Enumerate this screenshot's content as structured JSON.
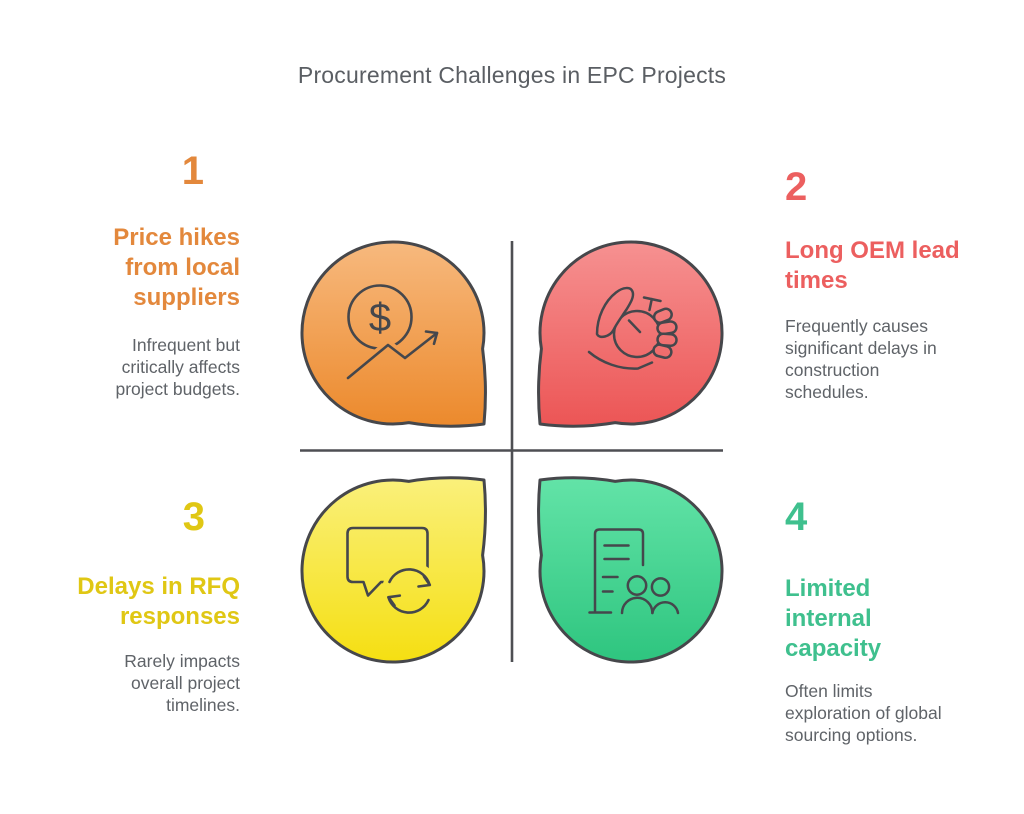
{
  "title": "Procurement Challenges in EPC Projects",
  "quadrants": {
    "top_left": {
      "number": "1",
      "heading": "Price hikes from local suppliers",
      "description": "Infrequent but critically affects project budgets.",
      "accent_color": "#E3883C",
      "icon": "dollar-growth-chart",
      "icon_symbol": "$",
      "bubble_gradient_top": "#F7B97E",
      "bubble_gradient_bottom": "#EC8A2D"
    },
    "top_right": {
      "number": "2",
      "heading": "Long OEM lead times",
      "description": "Frequently causes significant delays in construction schedules.",
      "accent_color": "#EC5F5F",
      "icon": "hand-holding-stopwatch",
      "bubble_gradient_top": "#F69191",
      "bubble_gradient_bottom": "#EC5656"
    },
    "bottom_left": {
      "number": "3",
      "heading": "Delays in RFQ responses",
      "description": "Rarely impacts overall project timelines.",
      "accent_color": "#E0C714",
      "icon": "chat-message-refresh",
      "bubble_gradient_top": "#FAF07A",
      "bubble_gradient_bottom": "#F5DF12"
    },
    "bottom_right": {
      "number": "4",
      "heading": "Limited internal capacity",
      "description": "Often limits exploration of global sourcing options.",
      "accent_color": "#3FC08E",
      "icon": "document-team",
      "bubble_gradient_top": "#62E3A7",
      "bubble_gradient_bottom": "#2EC57F"
    }
  },
  "colors": {
    "title_text": "#5A5E63",
    "body_text": "#5F6368",
    "line_art_outline": "#46474B",
    "divider_lines": "#4E4F53",
    "background": "#FFFFFF"
  }
}
